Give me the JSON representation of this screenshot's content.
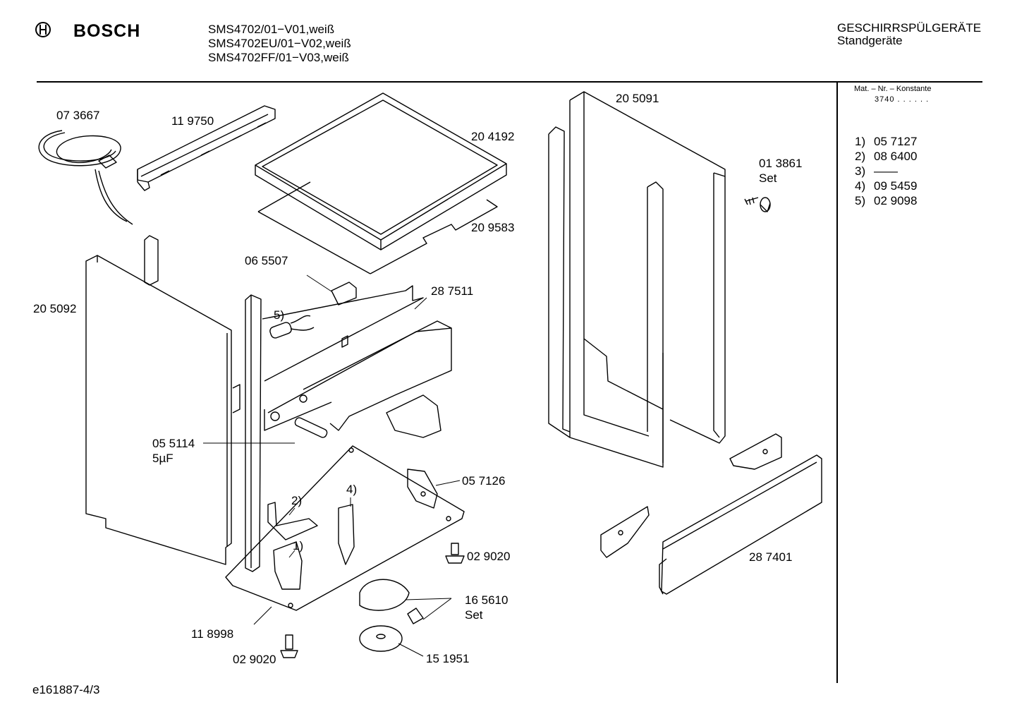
{
  "header": {
    "brand": "BOSCH",
    "models": [
      "SMS4702/01−V01,weiß",
      "SMS4702EU/01−V02,weiß",
      "SMS4702FF/01−V03,weiß"
    ],
    "category": "GESCHIRRSPÜLGERÄTE",
    "subcategory": "Standgeräte"
  },
  "side_panel": {
    "mat_label": "Mat. – Nr. – Konstante",
    "mat_value": "3740 . . . . . .",
    "notes": [
      {
        "num": "1)",
        "value": "05 7127"
      },
      {
        "num": "2)",
        "value": "08 6400"
      },
      {
        "num": "3)",
        "value": "——"
      },
      {
        "num": "4)",
        "value": "09 5459"
      },
      {
        "num": "5)",
        "value": "02 9098"
      }
    ]
  },
  "parts": {
    "p073667": "07 3667",
    "p119750": "11 9750",
    "p204192": "20 4192",
    "p209583": "20 9583",
    "p205091": "20 5091",
    "p013861": "01 3861",
    "p013861_set": "Set",
    "p065507": "06 5507",
    "p287511": "28 7511",
    "p205092": "20 5092",
    "n5": "5)",
    "p055114": "05 5114",
    "p055114_sub": "5µF",
    "p057126": "05 7126",
    "n2": "2)",
    "n4": "4)",
    "n1": "1)",
    "p029020a": "02 9020",
    "p165610": "16 5610",
    "p165610_set": "Set",
    "p118998": "11 8998",
    "p029020b": "02 9020",
    "p151951": "15 1951",
    "p287401": "28 7401"
  },
  "footer": {
    "code": "e161887-4/3"
  }
}
